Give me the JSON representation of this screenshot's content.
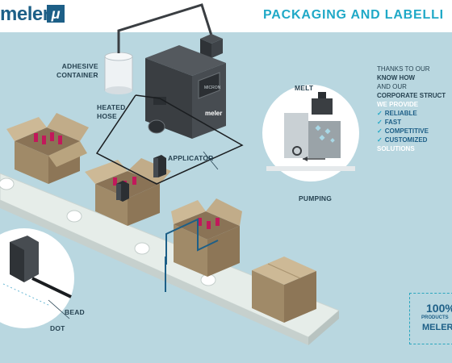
{
  "header": {
    "brand": "meler",
    "brand_mark": "μ",
    "title": "PACKAGING AND LABELLI"
  },
  "labels": {
    "adhesive_line1": "ADHESIVE",
    "adhesive_line2": "CONTAINER",
    "hose_line1": "HEATED",
    "hose_line2": "HOSE",
    "applicator": "APPLICATOR",
    "melt": "MELT",
    "pumping": "PUMPING",
    "bead": "BEAD",
    "dot": "DOT",
    "machine_brand": "meler",
    "machine_model": "MICRON"
  },
  "info": {
    "line1": "THANKS TO OUR",
    "line2": "KNOW HOW",
    "line3": "AND OUR",
    "line4": "CORPORATE STRUCT",
    "line5": "WE PROVIDE",
    "items": [
      "RELIABLE",
      "FAST",
      "COMPETITIVE",
      "CUSTOMIZED"
    ],
    "line_last": "SOLUTIONS",
    "check_symbol": "✓"
  },
  "stamp": {
    "percent": "100%",
    "small": "PRODUCTS",
    "brand": "MELER"
  },
  "colors": {
    "background": "#b9d7e0",
    "accent": "#20a9c7",
    "brand": "#1d5f87",
    "box": "#a08a68",
    "conveyor": "#e5ece9",
    "dark_machine": "#3a3e42"
  }
}
